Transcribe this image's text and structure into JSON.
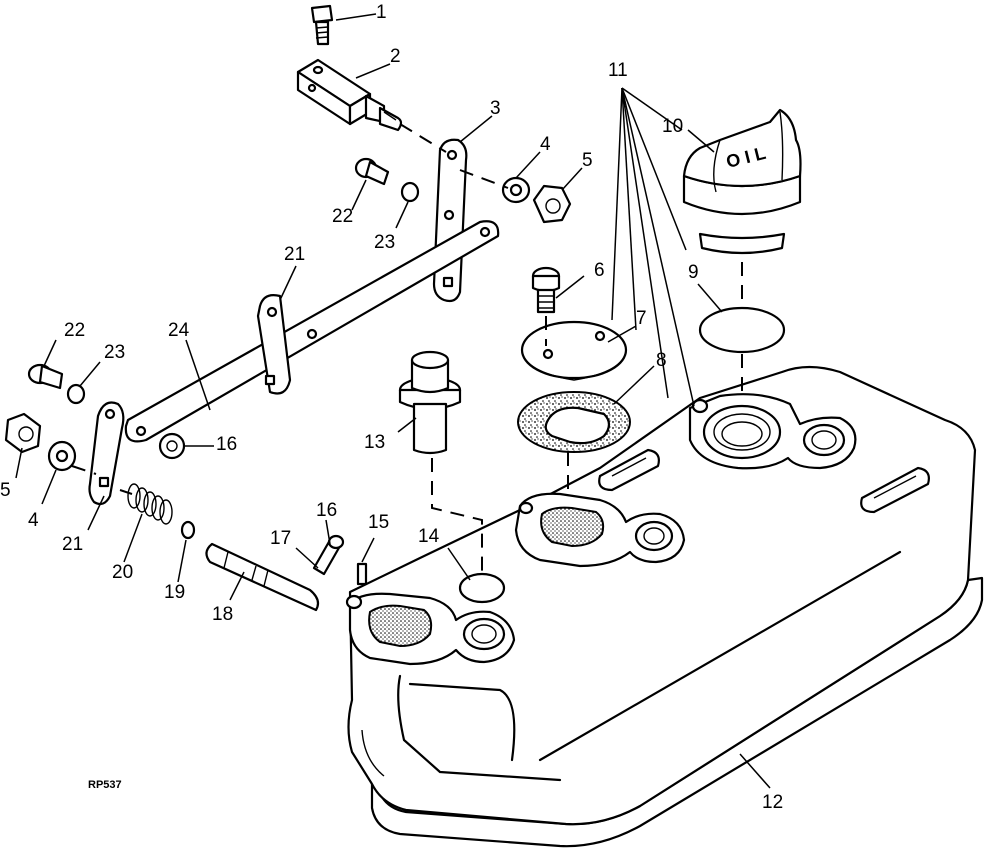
{
  "figure": {
    "reference_code": "RP537",
    "cap_marking": "O I L",
    "callouts": [
      "1",
      "2",
      "3",
      "4",
      "5",
      "6",
      "7",
      "8",
      "9",
      "10",
      "11",
      "12",
      "13",
      "14",
      "15",
      "16",
      "17",
      "18",
      "19",
      "20",
      "21",
      "22",
      "23",
      "24",
      "4",
      "5",
      "16",
      "21",
      "22",
      "23"
    ]
  }
}
